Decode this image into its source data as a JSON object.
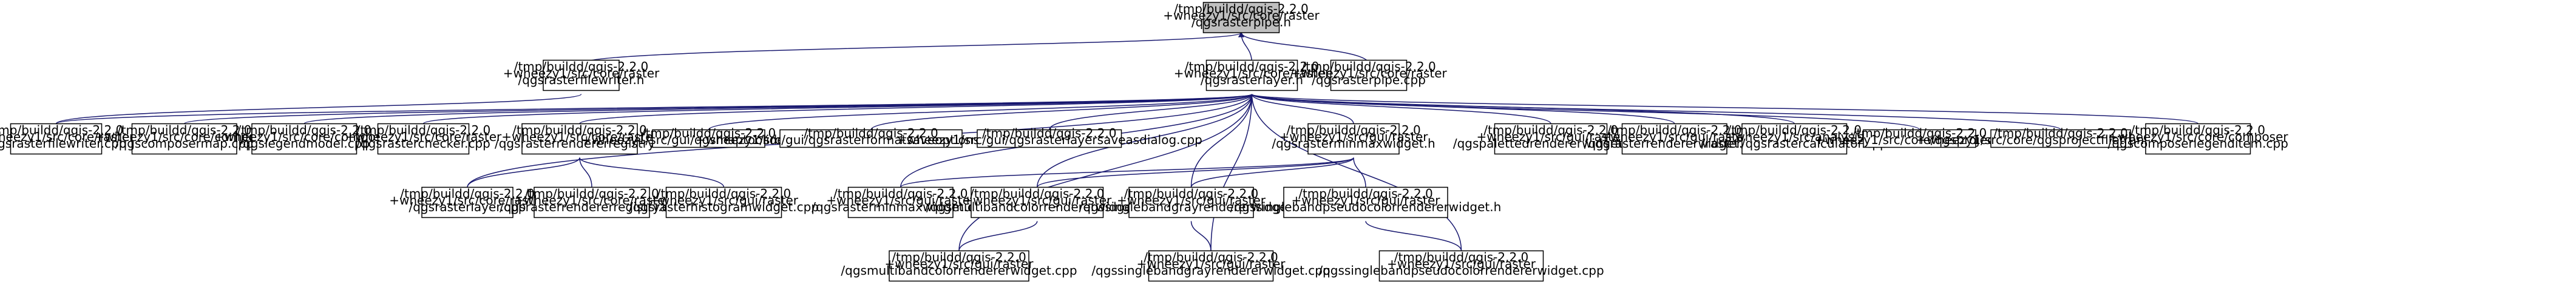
{
  "colors": {
    "node_fill": "#ffffff",
    "highlight_fill": "#bfbfbf",
    "border": "#000000",
    "edge": "#191970"
  },
  "nodes": [
    {
      "id": "root",
      "lines": [
        "/tmp/buildd/qgis-2.2.0",
        "+wheezy1/src/core/raster",
        "/qgsrasterpipe.h"
      ],
      "highlight": true
    },
    {
      "id": "filewriter_h",
      "lines": [
        "/tmp/buildd/qgis-2.2.0",
        "+wheezy1/src/core/raster",
        "/qgsrasterfilewriter.h"
      ]
    },
    {
      "id": "layer_h",
      "lines": [
        "/tmp/buildd/qgis-2.2.0",
        "+wheezy1/src/core/raster",
        "/qgsrasterlayer.h"
      ]
    },
    {
      "id": "pipe_cpp",
      "lines": [
        "/tmp/buildd/qgis-2.2.0",
        "+wheezy1/src/core/raster",
        "/qgsrasterpipe.cpp"
      ]
    },
    {
      "id": "filewriter_cpp",
      "lines": [
        "/tmp/buildd/qgis-2.2.0",
        "+wheezy1/src/core/raster",
        "/qgsrasterfilewriter.cpp"
      ]
    },
    {
      "id": "composermap",
      "lines": [
        "/tmp/buildd/qgis-2.2.0",
        "+wheezy1/src/core/composer",
        "/qgscomposermap.cpp"
      ]
    },
    {
      "id": "legendmodel",
      "lines": [
        "/tmp/buildd/qgis-2.2.0",
        "+wheezy1/src/core/composer",
        "/qgslegendmodel.cpp"
      ]
    },
    {
      "id": "checker",
      "lines": [
        "/tmp/buildd/qgis-2.2.0",
        "+wheezy1/src/core/raster",
        "/qgsrasterchecker.cpp"
      ]
    },
    {
      "id": "registry_h",
      "lines": [
        "/tmp/buildd/qgis-2.2.0",
        "+wheezy1/src/core/raster",
        "/qgsrasterrendererregistry.h"
      ]
    },
    {
      "id": "maptoolidentify",
      "lines": [
        "/tmp/buildd/qgis-2.2.0",
        "+wheezy1/src/gui/qgsmaptoolidentify.cpp"
      ]
    },
    {
      "id": "formatsave",
      "lines": [
        "/tmp/buildd/qgis-2.2.0",
        "+wheezy1/src/gui/qgsrasterformatsaveoptionswidget.cpp"
      ]
    },
    {
      "id": "layersaveas",
      "lines": [
        "/tmp/buildd/qgis-2.2.0",
        "+wheezy1/src/gui/qgsrasterlayersaveasdialog.cpp"
      ]
    },
    {
      "id": "minmax_h",
      "lines": [
        "/tmp/buildd/qgis-2.2.0",
        "+wheezy1/src/gui/raster",
        "/qgsrasterminmaxwidget.h"
      ]
    },
    {
      "id": "palette",
      "lines": [
        "/tmp/buildd/qgis-2.2.0",
        "+wheezy1/src/gui/raster",
        "/qgspalettedrendererwidget.cpp"
      ]
    },
    {
      "id": "rendererwidget",
      "lines": [
        "/tmp/buildd/qgis-2.2.0",
        "+wheezy1/src/gui/raster",
        "/qgsrasterrendererwidget.cpp"
      ]
    },
    {
      "id": "calculator",
      "lines": [
        "/tmp/buildd/qgis-2.2.0",
        "+wheezy1/src/analysis",
        "/raster/qgsrastercalculator.cpp"
      ]
    },
    {
      "id": "project",
      "lines": [
        "/tmp/buildd/qgis-2.2.0",
        "+wheezy1/src/core/qgsproject.cpp"
      ]
    },
    {
      "id": "projectfiletransform",
      "lines": [
        "/tmp/buildd/qgis-2.2.0",
        "+wheezy1/src/core/qgsprojectfiletransform.cpp"
      ]
    },
    {
      "id": "legenditem",
      "lines": [
        "/tmp/buildd/qgis-2.2.0",
        "+wheezy1/src/core/composer",
        "/qgscomposerlegenditem.cpp"
      ]
    },
    {
      "id": "layer_cpp",
      "lines": [
        "/tmp/buildd/qgis-2.2.0",
        "+wheezy1/src/core/raster",
        "/qgsrasterlayer.cpp"
      ]
    },
    {
      "id": "registry_cpp",
      "lines": [
        "/tmp/buildd/qgis-2.2.0",
        "+wheezy1/src/core/raster",
        "/qgsrasterrendererregistry.cpp"
      ]
    },
    {
      "id": "histogram",
      "lines": [
        "/tmp/buildd/qgis-2.2.0",
        "+wheezy1/src/gui/raster",
        "/qgsrasterhistogramwidget.cpp"
      ]
    },
    {
      "id": "minmax_cpp",
      "lines": [
        "/tmp/buildd/qgis-2.2.0",
        "+wheezy1/src/gui/raster",
        "/qgsrasterminmaxwidget.cpp"
      ]
    },
    {
      "id": "multiband_h",
      "lines": [
        "/tmp/buildd/qgis-2.2.0",
        "+wheezy1/src/gui/raster",
        "/qgsmultibandcolorrendererwidget.h"
      ]
    },
    {
      "id": "singlegray_h",
      "lines": [
        "/tmp/buildd/qgis-2.2.0",
        "+wheezy1/src/gui/raster",
        "/qgssinglebandgrayrendererwidget.h"
      ]
    },
    {
      "id": "pseudo_h",
      "lines": [
        "/tmp/buildd/qgis-2.2.0",
        "+wheezy1/src/gui/raster",
        "/qgssinglebandpseudocolorrendererwidget.h"
      ]
    },
    {
      "id": "multiband_cpp",
      "lines": [
        "/tmp/buildd/qgis-2.2.0",
        "+wheezy1/src/gui/raster",
        "/qgsmultibandcolorrendererwidget.cpp"
      ]
    },
    {
      "id": "singlegray_cpp",
      "lines": [
        "/tmp/buildd/qgis-2.2.0",
        "+wheezy1/src/gui/raster",
        "/qgssinglebandgrayrendererwidget.cpp"
      ]
    },
    {
      "id": "pseudo_cpp",
      "lines": [
        "/tmp/buildd/qgis-2.2.0",
        "+wheezy1/src/gui/raster",
        "/qgssinglebandpseudocolorrendererwidget.cpp"
      ]
    }
  ],
  "edges": [
    [
      "filewriter_h",
      "root"
    ],
    [
      "layer_h",
      "root"
    ],
    [
      "pipe_cpp",
      "root"
    ],
    [
      "filewriter_h",
      "filewriter_cpp"
    ],
    [
      "layer_h",
      "filewriter_cpp"
    ],
    [
      "layer_h",
      "composermap"
    ],
    [
      "layer_h",
      "legendmodel"
    ],
    [
      "layer_h",
      "checker"
    ],
    [
      "layer_h",
      "registry_h"
    ],
    [
      "layer_h",
      "maptoolidentify"
    ],
    [
      "layer_h",
      "formatsave"
    ],
    [
      "layer_h",
      "layersaveas"
    ],
    [
      "layer_h",
      "minmax_h"
    ],
    [
      "layer_h",
      "palette"
    ],
    [
      "layer_h",
      "rendererwidget"
    ],
    [
      "layer_h",
      "calculator"
    ],
    [
      "layer_h",
      "project"
    ],
    [
      "layer_h",
      "projectfiletransform"
    ],
    [
      "layer_h",
      "legenditem"
    ],
    [
      "layer_h",
      "layer_cpp"
    ],
    [
      "layer_h",
      "minmax_cpp"
    ],
    [
      "layer_h",
      "multiband_h"
    ],
    [
      "layer_h",
      "singlegray_h"
    ],
    [
      "layer_h",
      "multiband_cpp"
    ],
    [
      "layer_h",
      "singlegray_cpp"
    ],
    [
      "layer_h",
      "pseudo_cpp"
    ],
    [
      "registry_h",
      "layer_cpp"
    ],
    [
      "registry_h",
      "registry_cpp"
    ],
    [
      "registry_h",
      "histogram"
    ],
    [
      "minmax_h",
      "minmax_cpp"
    ],
    [
      "minmax_h",
      "multiband_h"
    ],
    [
      "minmax_h",
      "singlegray_h"
    ],
    [
      "minmax_h",
      "pseudo_h"
    ],
    [
      "multiband_h",
      "multiband_cpp"
    ],
    [
      "singlegray_h",
      "singlegray_cpp"
    ],
    [
      "pseudo_h",
      "pseudo_cpp"
    ]
  ]
}
